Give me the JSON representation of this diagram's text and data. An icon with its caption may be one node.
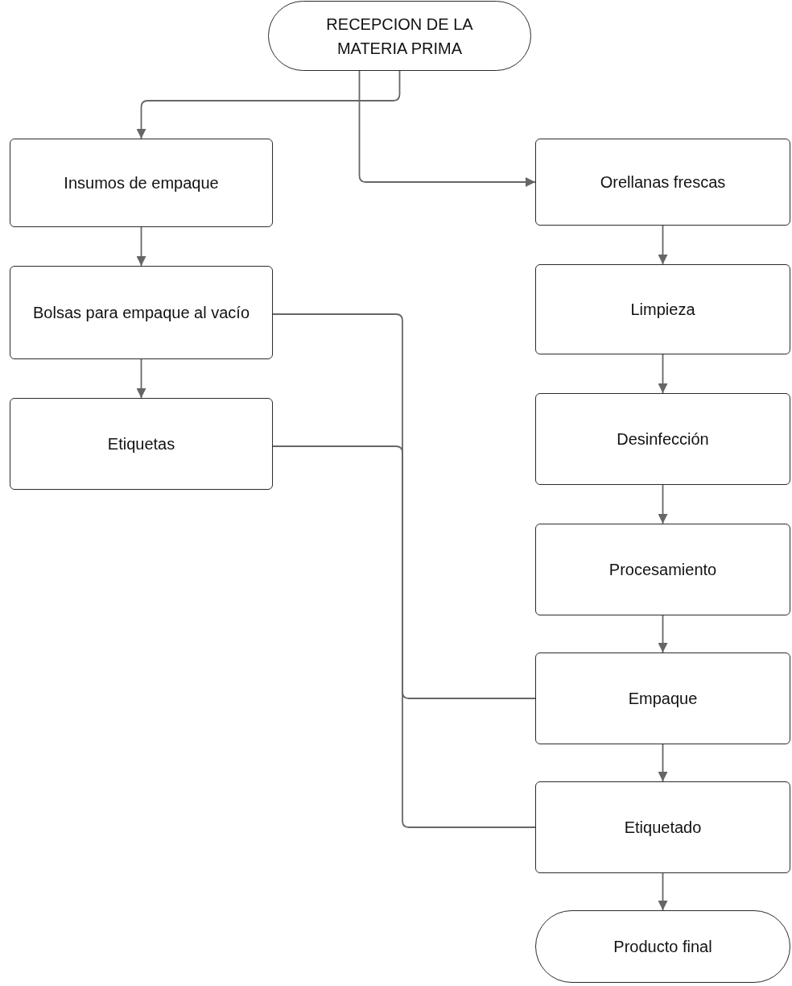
{
  "diagram": {
    "nodes": [
      {
        "text": [
          "RECEPCION DE LA MATERIA PRIMA"
        ]
      },
      {
        "text": [
          "Insumos de empaque"
        ]
      },
      {
        "text": [
          "Bolsas para empaque al vacío"
        ]
      },
      {
        "text": [
          "Etiquetas"
        ]
      },
      {
        "text": [
          "Orellanas frescas"
        ]
      },
      {
        "text": [
          "Limpieza"
        ]
      },
      {
        "text": [
          "Desinfección"
        ]
      },
      {
        "text": [
          "Procesamiento"
        ]
      },
      {
        "text": [
          "Empaque"
        ]
      },
      {
        "text": [
          "Etiquetado"
        ]
      },
      {
        "text": [
          "Producto final"
        ]
      }
    ],
    "edges": [
      {
        "from": 0,
        "to": 1,
        "arrow": "to"
      },
      {
        "from": 0,
        "to": 4,
        "arrow": "to"
      },
      {
        "from": 1,
        "to": 2,
        "arrow": "to"
      },
      {
        "from": 2,
        "to": 3,
        "arrow": "to"
      },
      {
        "from": 4,
        "to": 5,
        "arrow": "to"
      },
      {
        "from": 5,
        "to": 6,
        "arrow": "to"
      },
      {
        "from": 6,
        "to": 7,
        "arrow": "to"
      },
      {
        "from": 7,
        "to": 8,
        "arrow": "to"
      },
      {
        "from": 8,
        "to": 9,
        "arrow": "to"
      },
      {
        "from": 9,
        "to": 10,
        "arrow": "to"
      },
      {
        "from": 2,
        "to": 8,
        "arrow": "none"
      },
      {
        "from": 3,
        "to": 9,
        "arrow": "none"
      }
    ]
  }
}
